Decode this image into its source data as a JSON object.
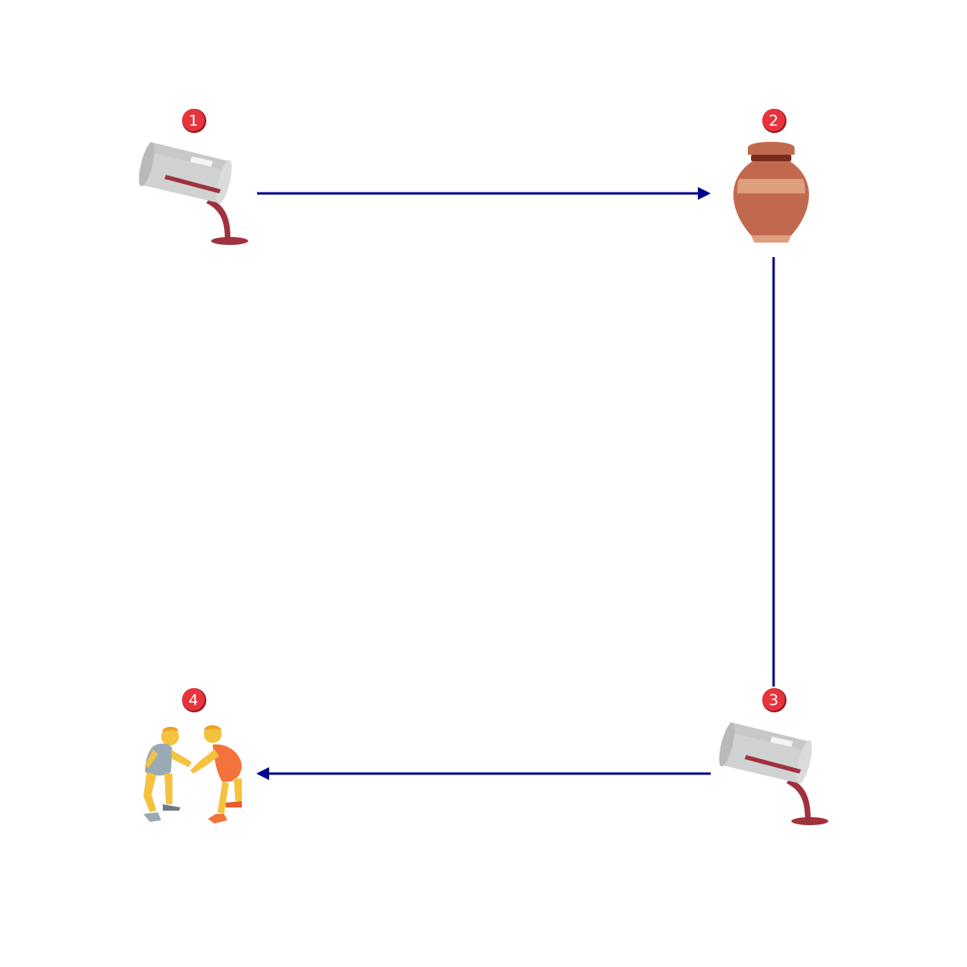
{
  "colors": {
    "background": "#ffffff",
    "arrow": "#00008b",
    "badge": "#e8333c",
    "badge_border": "#8e1a1f",
    "badge_text": "#ffffff"
  },
  "nodes": [
    {
      "step": "1",
      "icon": "pouring-liquid-icon"
    },
    {
      "step": "2",
      "icon": "amphora-icon"
    },
    {
      "step": "3",
      "icon": "pouring-liquid-icon"
    },
    {
      "step": "4",
      "icon": "wrestlers-icon"
    }
  ],
  "edges": [
    {
      "from": "1",
      "to": "2",
      "directed": true
    },
    {
      "from": "2",
      "to": "3",
      "directed": false
    },
    {
      "from": "3",
      "to": "4",
      "directed": true
    }
  ]
}
